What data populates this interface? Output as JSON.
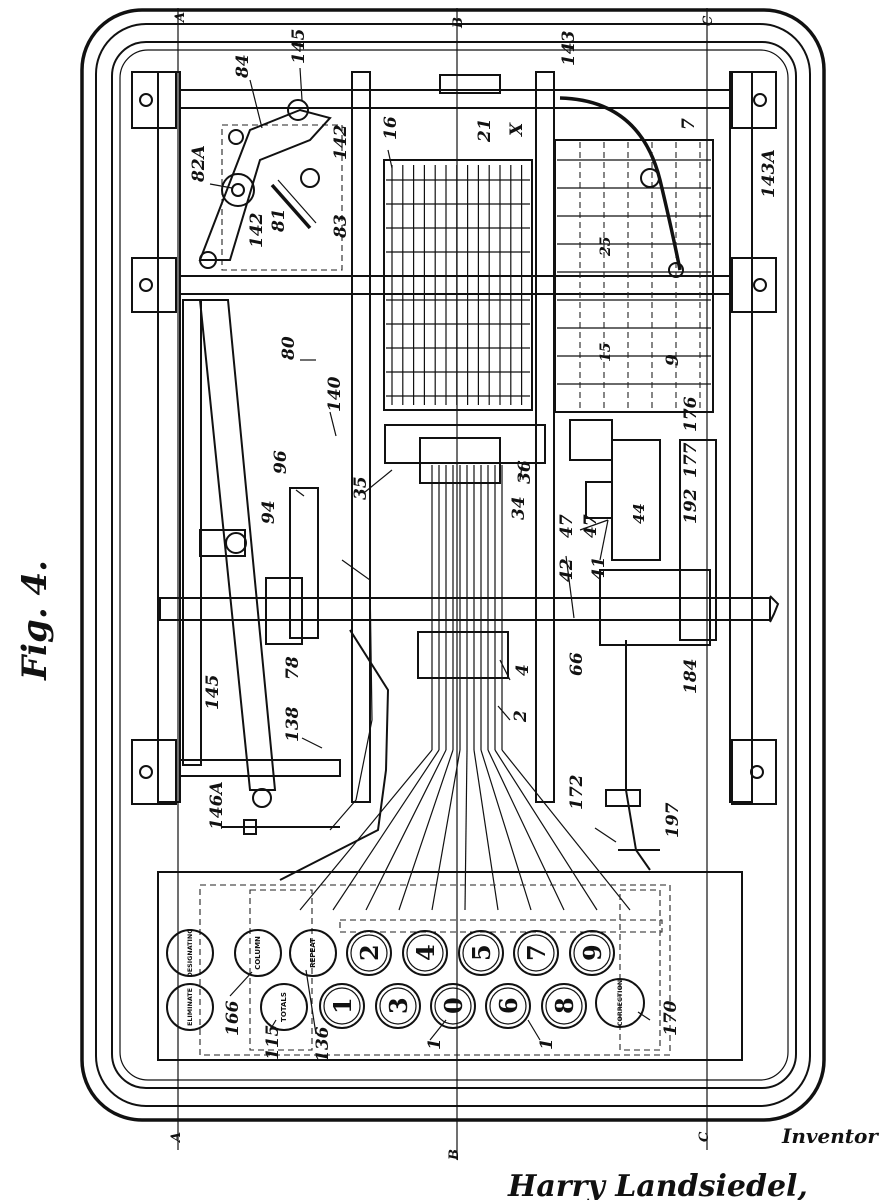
{
  "figure": {
    "title": "Fig. 4.",
    "inventor_caption": "Inventor",
    "inventor_signature": "Harry Landsiedel,"
  },
  "section_marks": {
    "a_top": "A",
    "b_top": "B",
    "c_top": "C",
    "a_bottom": "A",
    "b_bottom": "B",
    "c_bottom": "C"
  },
  "reference_numerals": {
    "n84": "84",
    "n145_top": "145",
    "n143": "143",
    "n7": "7",
    "n82a": "82A",
    "n142_a": "142",
    "n142_b": "142",
    "n81": "81",
    "n83": "83",
    "n16": "16",
    "n21": "21",
    "nX": "X",
    "n143a": "143A",
    "n25": "25",
    "n15": "15",
    "n9": "9",
    "n80": "80",
    "n140": "140",
    "n96": "96",
    "n94": "94",
    "n35": "35",
    "n34": "34",
    "n36": "36",
    "n176": "176",
    "n177": "177",
    "n192": "192",
    "n47a": "47",
    "n47b": "47",
    "n44": "44",
    "n42": "42",
    "n41": "41",
    "n66": "66",
    "n184": "184",
    "n78": "78",
    "n4": "4",
    "n145_mid": "145",
    "n138": "138",
    "n2": "2",
    "n172": "172",
    "n197": "197",
    "n146a": "146A",
    "n166": "166",
    "n115": "115",
    "n136": "136",
    "n1a": "1",
    "n1b": "1",
    "n170": "170"
  },
  "keyboard": {
    "upper_row": [
      "2",
      "4",
      "5",
      "7",
      "9"
    ],
    "lower_row": [
      "1",
      "3",
      "0",
      "6",
      "8"
    ],
    "special_keys": {
      "designating": "DESIGNATING",
      "column": "COLUMN",
      "repeat": "REPEAT",
      "eliminate": "ELIMINATE",
      "totals": "TOTALS",
      "correction": "CORRECTION"
    }
  }
}
